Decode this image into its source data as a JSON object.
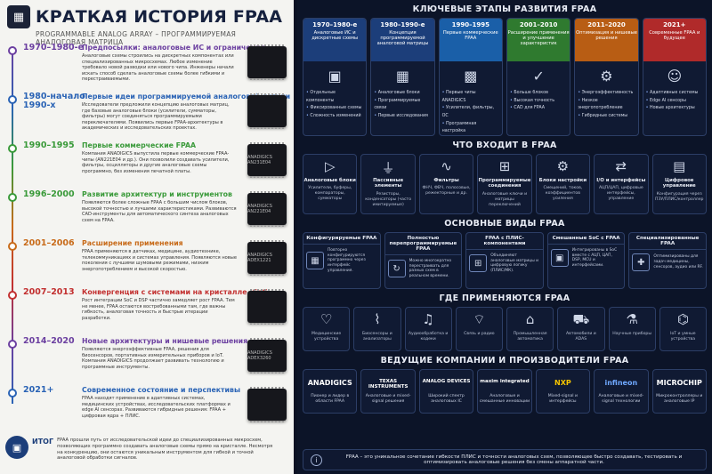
{
  "left": {
    "title": "КРАТКАЯ ИСТОРИЯ FPAA",
    "subtitle": "PROGRAMMABLE ANALOG ARRAY – ПРОГРАММИРУЕМАЯ АНАЛОГОВАЯ МАТРИЦА",
    "events": [
      {
        "year": "1970–1980-е",
        "title": "Предпосылки: аналоговые ИС и ограничения",
        "text": "Аналоговые схемы строились на дискретных компонентах или специализированных микросхемах. Любое изменение требовало новой разводки или нового чипа. Инженеры начали искать способ сделать аналоговые схемы более гибкими и перестраиваемыми.",
        "color": "#6b3fa0",
        "chip": ""
      },
      {
        "year": "1980-начало 1990-х",
        "title": "Первые идеи программируемой аналоговой логики",
        "text": "Исследователи предложили концепцию аналоговых матриц, где базовые аналоговые блоки (усилители, сумматоры, фильтры) могут соединяться программируемыми переключателями. Появились первые FPAA-архитектуры в академических и исследовательских проектах.",
        "color": "#2a63b5",
        "chip": ""
      },
      {
        "year": "1990–1995",
        "title": "Первые коммерческие FPAA",
        "text": "Компания ANADIGICS выпустила первые коммерческие FPAA-чипы (AN221E04 и др.). Они позволили создавать усилители, фильтры, осцилляторы и другие аналоговые схемы программно, без изменения печатной платы.",
        "color": "#3a9a3a",
        "chip": "ANADIGICS AN231E04"
      },
      {
        "year": "1996–2000",
        "title": "Развитие архитектур и инструментов",
        "text": "Появляются более сложные FPAA с большим числом блоков, высокой точностью и лучшими характеристиками. Развиваются CAD-инструменты для автоматического синтеза аналоговых схем на FPAA.",
        "color": "#3a9a3a",
        "chip": "ANADIGICS AN221E04"
      },
      {
        "year": "2001–2006",
        "title": "Расширение применения",
        "text": "FPAA применяются в датчиках, медицине, аудиотехнике, телекоммуникациях и системах управления. Появляются новые поколения с лучшими шумовыми режимами, низким энергопотреблением и высокой скоростью.",
        "color": "#c86b1a",
        "chip": "ANADIGICS ADEX1221"
      },
      {
        "year": "2007–2013",
        "title": "Конвергенция с системами на кристалле (SoC)",
        "text": "Рост интеграции SoC и DSP частично замедляет рост FPAA. Тем не менее, FPAA остаются востребованными там, где важны гибкость, аналоговая точность и быстрые итерации разработки.",
        "color": "#c23030",
        "chip": ""
      },
      {
        "year": "2014–2020",
        "title": "Новые архитектуры и нишевые решения",
        "text": "Появляются энергоэффективные FPAA, решения для биосенсоров, портативных измерительных приборов и IoT. Компания ANADIGICS продолжает развивать технологию и программные инструменты.",
        "color": "#6b3fa0",
        "chip": "ANADIGICS ADEX3260"
      },
      {
        "year": "2021+",
        "title": "Современное состояние и перспективы",
        "text": "FPAA находят применение в адаптивных системах, медицинских устройствах, исследовательских платформах и edge AI сенсорах. Развиваются гибридные решения: FPAA + цифровая ядра + ПЛИС.",
        "color": "#2a63b5",
        "chip": ""
      }
    ],
    "summary_label": "ИТОГ",
    "summary_text": "FPAA прошли путь от исследовательской идеи до специализированных микросхем, позволяющих программно создавать аналоговые схемы прямо на кристалле. Несмотря на конкуренцию, они остаются уникальным инструментом для гибкой и точной аналоговой обработки сигналов."
  },
  "right": {
    "stages_title": "КЛЮЧЕВЫЕ ЭТАПЫ РАЗВИТИЯ FPAA",
    "stages": [
      {
        "year": "1970–1980-е",
        "name": "Аналоговые ИС и дискретные схемы",
        "icon": "▣",
        "color": "#1c3e7a",
        "bullets": [
          "Отдельные компоненты",
          "Фиксированные схемы",
          "Сложность изменений"
        ]
      },
      {
        "year": "1980–1990-е",
        "name": "Концепция программируемой аналоговой матрицы",
        "icon": "▦",
        "color": "#1c3e7a",
        "bullets": [
          "Аналоговые блоки",
          "Программируемые связи",
          "Первые исследования"
        ]
      },
      {
        "year": "1990–1995",
        "name": "Первые коммерческие FPAA",
        "icon": "▩",
        "color": "#1a5fa8",
        "bullets": [
          "Первые чипы ANADIGICS",
          "Усилители, фильтры, ОС",
          "Программная настройка"
        ]
      },
      {
        "year": "2001–2010",
        "name": "Расширение применения и улучшение характеристик",
        "icon": "✓",
        "color": "#2f7a2f",
        "bullets": [
          "Больше блоков",
          "Высокая точность",
          "CAD для FPAA"
        ]
      },
      {
        "year": "2011–2020",
        "name": "Оптимизация и нишевые решения",
        "icon": "⚙",
        "color": "#b85d14",
        "bullets": [
          "Энергоэффективность",
          "Низкое энергопотребление",
          "Гибридные системы"
        ]
      },
      {
        "year": "2021+",
        "name": "Современные FPAA и будущее",
        "icon": "☺",
        "color": "#b02a2a",
        "bullets": [
          "Адаптивные системы",
          "Edge AI сенсоры",
          "Новые архитектуры"
        ]
      }
    ],
    "contents_title": "ЧТО ВХОДИТ В FPAA",
    "contents": [
      {
        "icon": "▷",
        "name": "Аналоговые блоки",
        "desc": "Усилители, буферы, компараторы, сумматоры"
      },
      {
        "icon": "⏚",
        "name": "Пассивные элементы",
        "desc": "Резисторы, конденсаторы (часто имитируемые)"
      },
      {
        "icon": "∿",
        "name": "Фильтры",
        "desc": "ФНЧ, ФВЧ, полосовые, режекторные и др."
      },
      {
        "icon": "⊞",
        "name": "Программируемые соединения",
        "desc": "Аналоговые ключи и матрицы переключений"
      },
      {
        "icon": "⚙",
        "name": "Блоки настройки",
        "desc": "Смещений, токов, коэффициентов усиления"
      },
      {
        "icon": "⇄",
        "name": "I/O и интерфейсы",
        "desc": "АЦП/ЦАП, цифровые интерфейсы, управление"
      },
      {
        "icon": "▤",
        "name": "Цифровое управление",
        "desc": "Конфигурация через ПЗУ/ПЛИС/контроллер"
      }
    ],
    "types_title": "ОСНОВНЫЕ ВИДЫ FPAA",
    "types": [
      {
        "name": "Конфигурируемые FPAA",
        "icon": "▦",
        "desc": "Повторно конфигурируются программно через интерфейс управления."
      },
      {
        "name": "Полностью перепрограммируемые FPAA",
        "icon": "↻",
        "desc": "Можно многократно перестраивать для разных схем в реальном времени."
      },
      {
        "name": "FPAA с ПЛИС-компонентами",
        "icon": "⊞",
        "desc": "Объединяют аналоговые матрицы и цифровую логику (ПЛИС/МК)."
      },
      {
        "name": "Смешанные SoC с FPAA",
        "icon": "▣",
        "desc": "Интегрированы в SoC вместе с АЦП, ЦАП, DSP, MCU и интерфейсами."
      },
      {
        "name": "Специализированные FPAA",
        "icon": "✚",
        "desc": "Оптимизированы для задач медицины, сенсоров, аудио или RF."
      }
    ],
    "apps_title": "ГДЕ ПРИМЕНЯЮТСЯ FPAA",
    "apps": [
      {
        "icon": "♡",
        "name": "Медицинские устройства"
      },
      {
        "icon": "⌇",
        "name": "Биосенсоры и анализаторы"
      },
      {
        "icon": "♫",
        "name": "Аудиообработка и кодеки"
      },
      {
        "icon": "⌔",
        "name": "Связь и радио"
      },
      {
        "icon": "⌂",
        "name": "Промышленная автоматика"
      },
      {
        "icon": "⛟",
        "name": "Автомобили и ADAS"
      },
      {
        "icon": "⚗",
        "name": "Научные приборы"
      },
      {
        "icon": "⌬",
        "name": "IoT и умные устройства"
      }
    ],
    "companies_title": "ВЕДУЩИЕ КОМПАНИИ И ПРОИЗВОДИТЕЛИ FPAA",
    "companies": [
      {
        "logo": "ANADIGICS",
        "desc": "Пионер и лидер в области FPAA",
        "color": "#ffffff"
      },
      {
        "logo": "TEXAS INSTRUMENTS",
        "desc": "Аналоговые и mixed-signal решения",
        "color": "#ffffff"
      },
      {
        "logo": "ANALOG DEVICES",
        "desc": "Широкий спектр аналоговых IC",
        "color": "#ffffff"
      },
      {
        "logo": "maxim integrated",
        "desc": "Аналоговые и смешанные инновации",
        "color": "#ffffff"
      },
      {
        "logo": "NXP",
        "desc": "Mixed-signal и интерфейсы",
        "color": "#f5c400"
      },
      {
        "logo": "infineon",
        "desc": "Аналоговые и mixed-signal технологии",
        "color": "#6fa8ff"
      },
      {
        "logo": "MICROCHIP",
        "desc": "Микроконтроллеры и аналоговые IP",
        "color": "#ffffff"
      }
    ],
    "footer": "FPAA – это уникальное сочетание гибкости ПЛИС и точности аналоговых схем, позволяющее быстро создавать, тестировать и оптимизировать аналоговые решения без смены аппаратной части."
  }
}
